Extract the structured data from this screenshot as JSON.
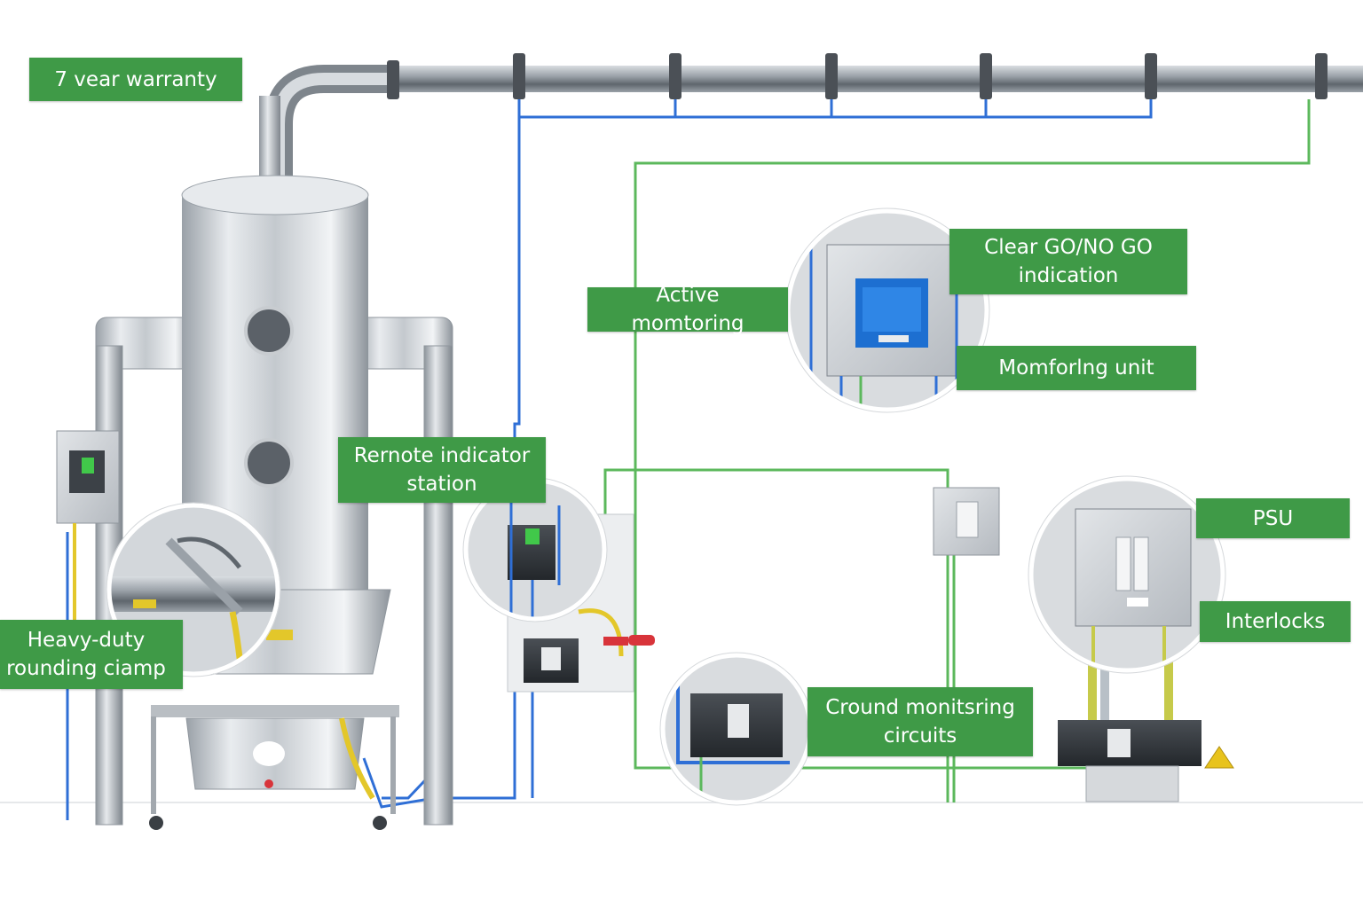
{
  "labels": {
    "warranty": "7 vear warranty",
    "active_monitoring": "Active momtoring",
    "go_no_go": "Clear GO/NO GO\nindication",
    "monitoring_unit": "Momforlng unit",
    "remote_indicator": "Rernote indicator\nstation",
    "psu": "PSU",
    "interlocks": "Interlocks",
    "grounding_clamp": "Heavy-duty\nrounding ciamp",
    "ground_circuits": "Cround monitsring\ncircuits"
  },
  "colors": {
    "label_bg": "#3f9a47",
    "label_text": "#ffffff",
    "blue_wire": "#2f6fd6",
    "green_wire": "#5cb85c",
    "steel": "#c9ced3",
    "steel_dark": "#8f969d",
    "enclosure": "#d4d7da",
    "screen_blue": "#1d6fd1",
    "yellow_cable": "#e3c72a",
    "red_valve": "#d8343a"
  }
}
